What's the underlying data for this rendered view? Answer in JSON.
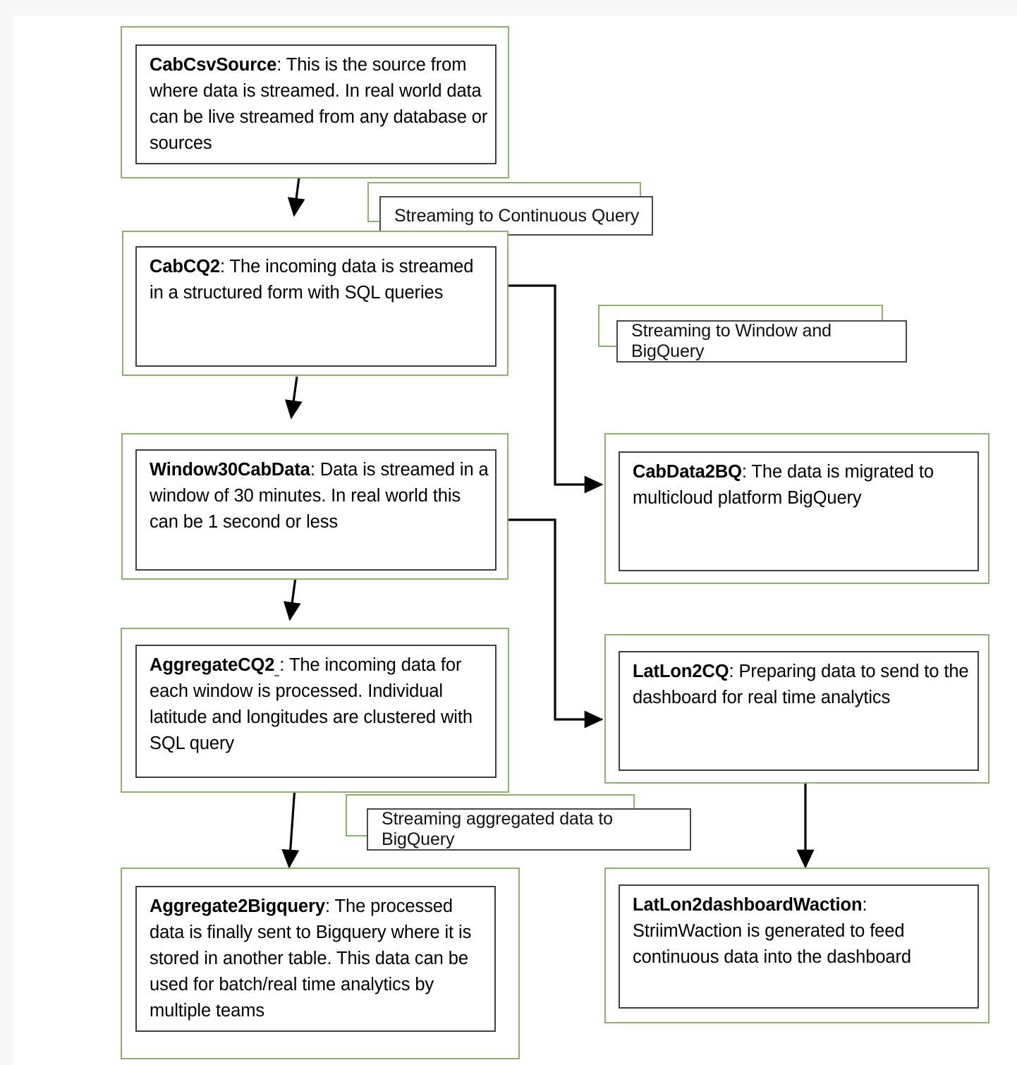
{
  "diagram": {
    "title": "Striim streaming data pipeline flow",
    "accent_green": "#8cb369",
    "box_border": "#3f3f3f",
    "arrow_color": "#000000",
    "spellcheck_underline": "#3f6fbf",
    "background": "#ffffff",
    "page_background": "#f7f7f7"
  },
  "nodes": [
    {
      "id": "cab-csv-source",
      "name": "CabCsvSource",
      "title": "CabCsvSource",
      "separator": ": ",
      "body": "This is the source from where data is streamed. In real world data can be live streamed from any database or sources"
    },
    {
      "id": "cab-cq2",
      "name": "CabCQ2",
      "title": "CabCQ2",
      "separator": ": ",
      "body": "The incoming data is streamed in a structured form with SQL queries"
    },
    {
      "id": "window30-cab-data",
      "name": "Window30CabData",
      "title": "Window30CabData",
      "separator": ": ",
      "body": "Data is streamed in a window of 30 minutes. In real world this can be 1 second or less"
    },
    {
      "id": "cab-data-2-bq",
      "name": "CabData2BQ",
      "title": "CabData2BQ",
      "separator": ": ",
      "body": "The data is migrated to multicloud platform BigQuery"
    },
    {
      "id": "aggregate-cq2",
      "name": "AggregateCQ2",
      "title": "AggregateCQ2",
      "title_marked": "2 ",
      "separator": ": ",
      "body": "The incoming data for each window is processed. Individual latitude and longitudes are clustered with SQL query"
    },
    {
      "id": "lat-lon-2-cq",
      "name": "LatLon2CQ",
      "title": "LatLon2CQ",
      "separator": ": ",
      "body": "Preparing data to send to the dashboard for real time analytics"
    },
    {
      "id": "aggregate-2-bigquery",
      "name": "Aggregate2Bigquery",
      "title": "Aggregate2Bigquery",
      "separator": ": ",
      "body": "The processed data is finally sent to Bigquery where it is stored in another table. This data can be used for batch/real time analytics by multiple teams"
    },
    {
      "id": "lat-lon-2-dashboard-waction",
      "name": "LatLon2dashboardWaction",
      "title": "LatLon2dashboardWaction",
      "separator": ": ",
      "body": "StriimWaction is generated to feed continuous data into the dashboard"
    }
  ],
  "callouts": [
    {
      "id": "callout-streaming-to-cq",
      "text": "Streaming to Continuous Query"
    },
    {
      "id": "callout-streaming-to-window-bq",
      "text": "Streaming to Window and BigQuery"
    },
    {
      "id": "callout-streaming-aggregated-bq",
      "text": "Streaming aggregated data to BigQuery"
    }
  ],
  "connectors": [
    {
      "id": "conn-source-to-cq2",
      "from": "CabCsvSource",
      "to": "CabCQ2",
      "label": "Streaming to Continuous Query",
      "kind": "arrow-down"
    },
    {
      "id": "conn-cq2-to-window",
      "from": "CabCQ2",
      "to": "Window30CabData",
      "label": "",
      "kind": "arrow-down"
    },
    {
      "id": "conn-cq2-to-bq",
      "from": "CabCQ2",
      "to": "CabData2BQ",
      "label": "Streaming to Window and BigQuery",
      "kind": "elbow-right"
    },
    {
      "id": "conn-window-to-aggregate",
      "from": "Window30CabData",
      "to": "AggregateCQ2",
      "label": "",
      "kind": "arrow-down"
    },
    {
      "id": "conn-window-to-latlon",
      "from": "Window30CabData",
      "to": "LatLon2CQ",
      "label": "",
      "kind": "elbow-right"
    },
    {
      "id": "conn-aggregate-to-bigquery",
      "from": "AggregateCQ2",
      "to": "Aggregate2Bigquery",
      "label": "Streaming aggregated data to BigQuery",
      "kind": "arrow-down"
    },
    {
      "id": "conn-latlon-to-dashboard",
      "from": "LatLon2CQ",
      "to": "LatLon2dashboardWaction",
      "label": "",
      "kind": "arrow-down"
    }
  ]
}
